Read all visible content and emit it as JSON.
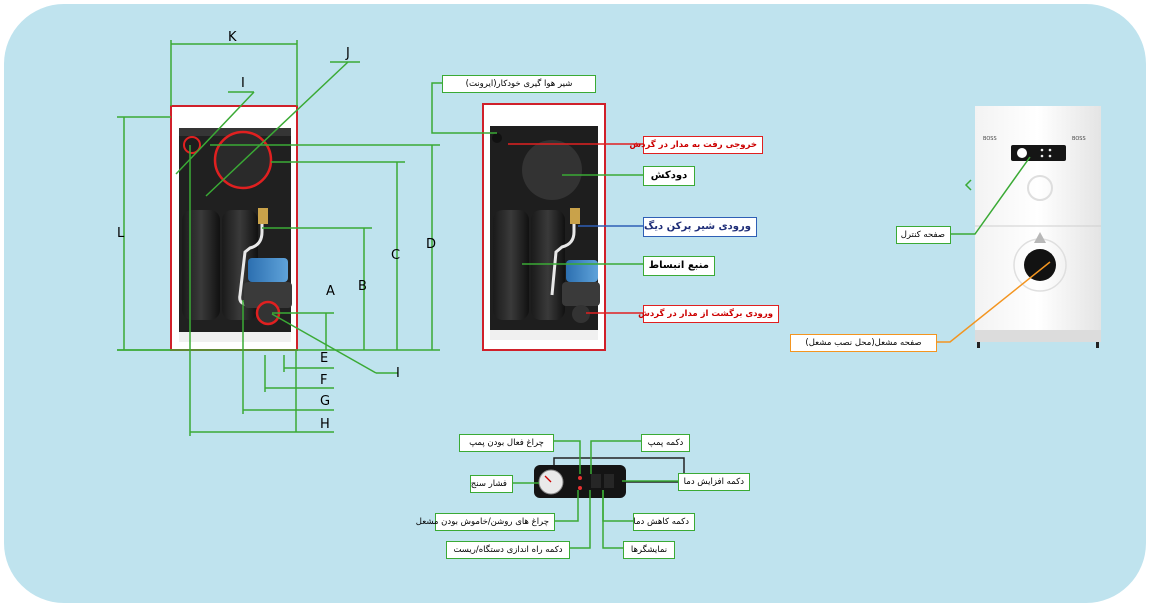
{
  "dimensions": [
    "K",
    "J",
    "I",
    "L",
    "D",
    "C",
    "B",
    "A",
    "E",
    "F",
    "G",
    "H",
    "I"
  ],
  "boiler_labels": {
    "air_vent": "شیر هوا گیری خودکار(ایرونت)",
    "supply_outlet": "خروجی رفت به مدار در گردش",
    "chimney": "دودکش",
    "fill_valve_inlet": "ورودی شیر پرکن دیگ",
    "expansion_tank": "منبع انبساط",
    "return_inlet": "ورودی برگشت از مدار در گردش"
  },
  "panel_labels": {
    "pump_active_light": "چراغ فعال بودن پمپ",
    "pump_button": "دکمه پمپ",
    "temp_up_button": "دکمه افزایش دما",
    "pressure_gauge": "فشار سنج",
    "burner_lights": "چراغ های روشن/خاموش بودن مشعل",
    "temp_down_button": "دکمه کاهش دما",
    "displays": "نمایشگرها",
    "start_reset_button": "دکمه راه اندازی دستگاه/ریست"
  },
  "front_labels": {
    "control_panel": "صفحه کنترل",
    "burner_plate": "صفحه مشعل(محل نصب مشعل)"
  },
  "brand_text": "BOSS"
}
